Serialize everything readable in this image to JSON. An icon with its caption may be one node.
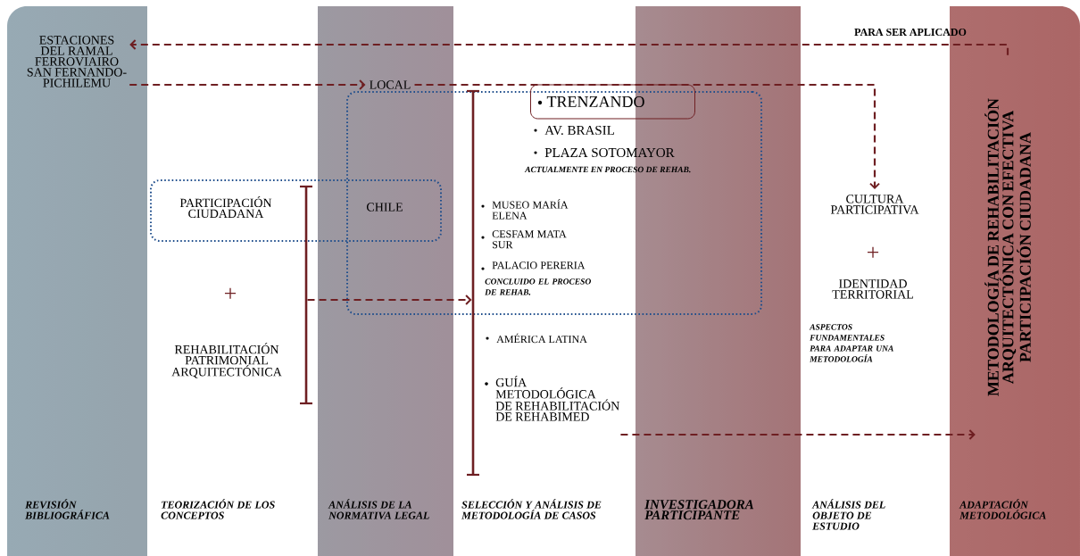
{
  "diagram": {
    "nodes": [
      {
        "text": [
          "ESTACIONES DEL RAMAL FERROVIAIRO SAN FERNANDO-PICHILEMU"
        ]
      },
      {
        "text": [
          "LOCAL"
        ]
      },
      {
        "text": [],
        "shape": "box"
      },
      {
        "text": [
          "TRENZANDO"
        ],
        "in": 2
      },
      {
        "text": [
          "PARTICIPACIÓN CIUDADANA",
          "CHILE"
        ]
      },
      {
        "text": [],
        "shape": "bar"
      },
      {
        "text": [],
        "shape": "bar"
      },
      {
        "text": [
          "GUÍA METODOLÓGICA DE REHABILITACIÓN DE REHABIMED"
        ]
      },
      {
        "text": [
          "CULTURA PARTICIPATIVA"
        ]
      },
      {
        "text": [
          "METODOLOGÍA DE REHABILITACIÓN ARQUITECTÓNICA CON EFECTIVA PARTICIPACIÓN CIUDADANA"
        ]
      }
    ],
    "edges": [
      {
        "from": 9,
        "to": 0,
        "arrow": "to",
        "style": "dashed",
        "label": "PARA SER APLICADO"
      },
      {
        "from": 0,
        "to": 1,
        "arrow": "to",
        "style": "dashed"
      },
      {
        "from": 1,
        "to": 8,
        "arrow": "to",
        "style": "dashed"
      },
      {
        "from": 5,
        "to": 6,
        "arrow": "to",
        "style": "dashed"
      },
      {
        "from": 7,
        "to": 9,
        "arrow": "to",
        "style": "dashed"
      }
    ],
    "labels": [
      "AV. BRASIL",
      "PLAZA SOTOMAYOR",
      "ACTUALMENTE EN PROCESO DE REHAB.",
      "MUSEO MARÍA ELENA",
      "CESFAM MATA SUR",
      "+",
      "PALACIO PERERIA",
      "+",
      "CONCLUIDO EL PROCESO DE REHAB.",
      "IDENTIDAD TERRITORIAL",
      "REHABILITACIÓN PATRIMONIAL ARQUITECTÓNICA",
      "AMÉRICA LATINA",
      "ASPECTOS FUNDAMENTALES PARA ADAPTAR UNA METODOLOGÍA",
      "REVISIÓN BIBLIOGRÁFICA",
      "TEORIZACIÓN DE LOS CONCEPTOS",
      "ANÁLISIS DE LA NORMATIVA LEGAL",
      "SELECCIÓN Y ANÁLISIS DE METODOLOGÍA DE CASOS",
      "INVESTIGADORA PARTICIPANTE",
      "ANÁLISIS DEL OBJETO DE ESTUDIO",
      "ADAPTACIÓN METODOLÓGICA"
    ]
  }
}
